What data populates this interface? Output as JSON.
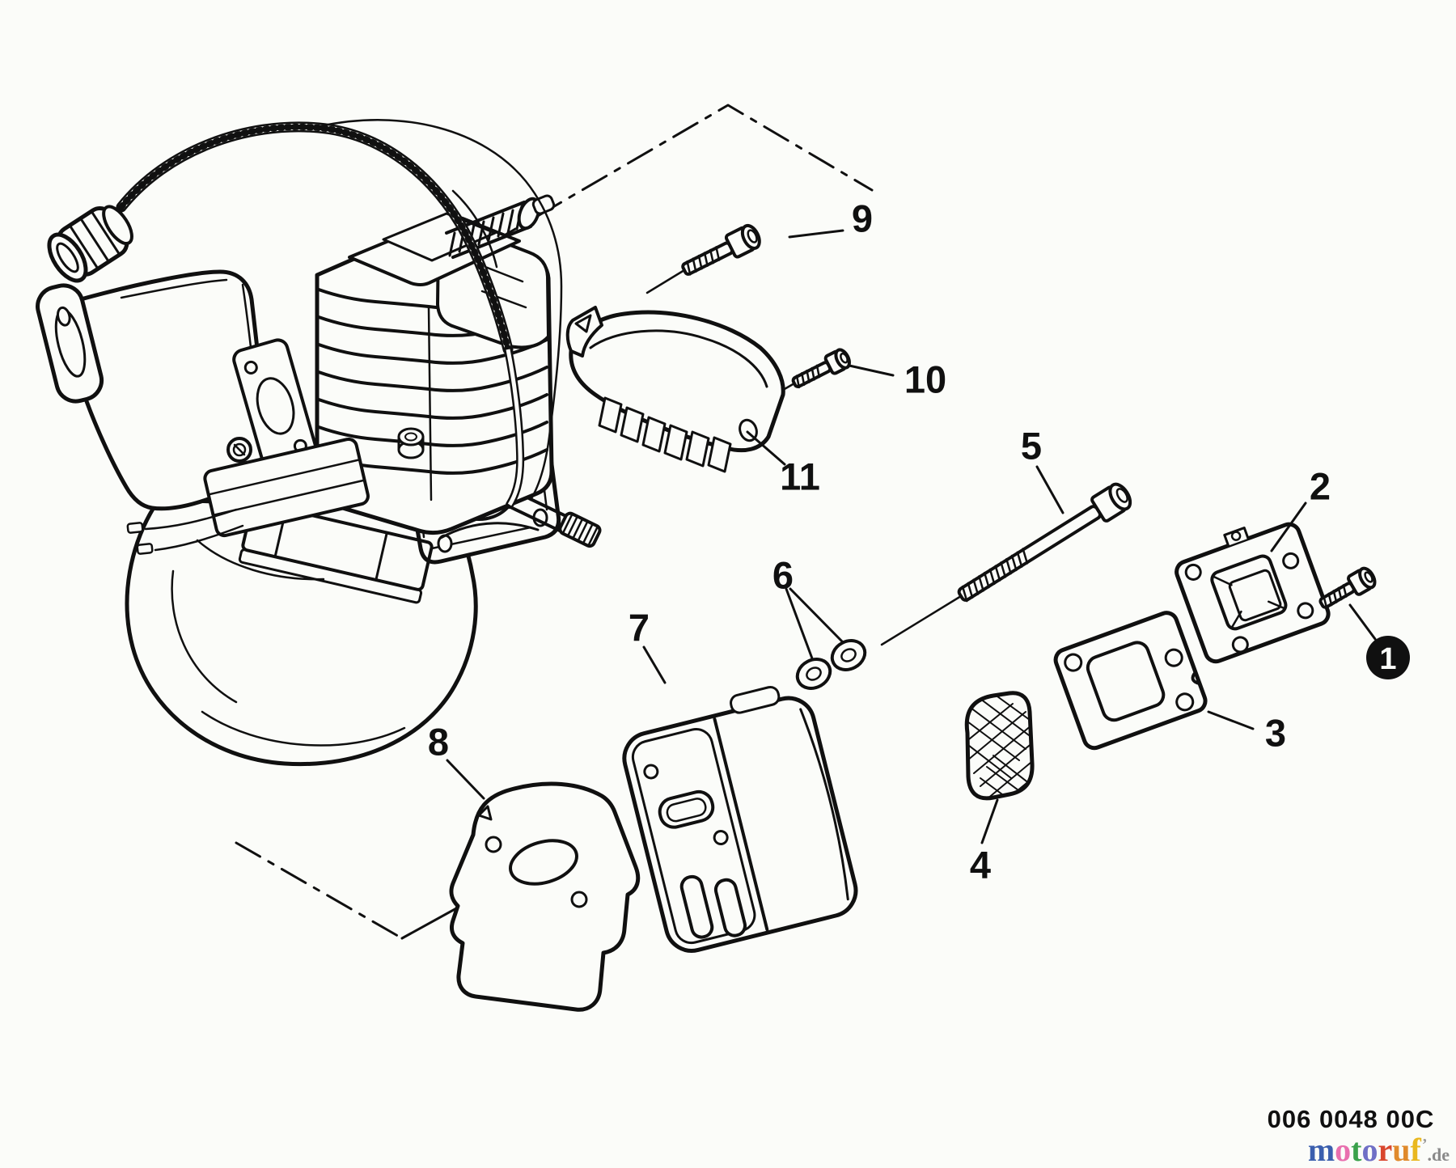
{
  "figure": {
    "drawing_code": "006 0048 00C",
    "callouts": {
      "c1": "1",
      "c2": "2",
      "c3": "3",
      "c4": "4",
      "c5": "5",
      "c6": "6",
      "c7": "7",
      "c8": "8",
      "c9": "9",
      "c10": "10",
      "c11": "11"
    }
  },
  "watermark": {
    "letters": [
      {
        "ch": "m",
        "color": "#3b5fae"
      },
      {
        "ch": "o",
        "color": "#e86fae"
      },
      {
        "ch": "t",
        "color": "#3aa14b"
      },
      {
        "ch": "o",
        "color": "#7070c6"
      },
      {
        "ch": "r",
        "color": "#d9472e"
      },
      {
        "ch": "u",
        "color": "#e08a2c"
      },
      {
        "ch": "f",
        "color": "#e9b81f"
      }
    ],
    "tick": "’",
    "suffix": ".de"
  }
}
